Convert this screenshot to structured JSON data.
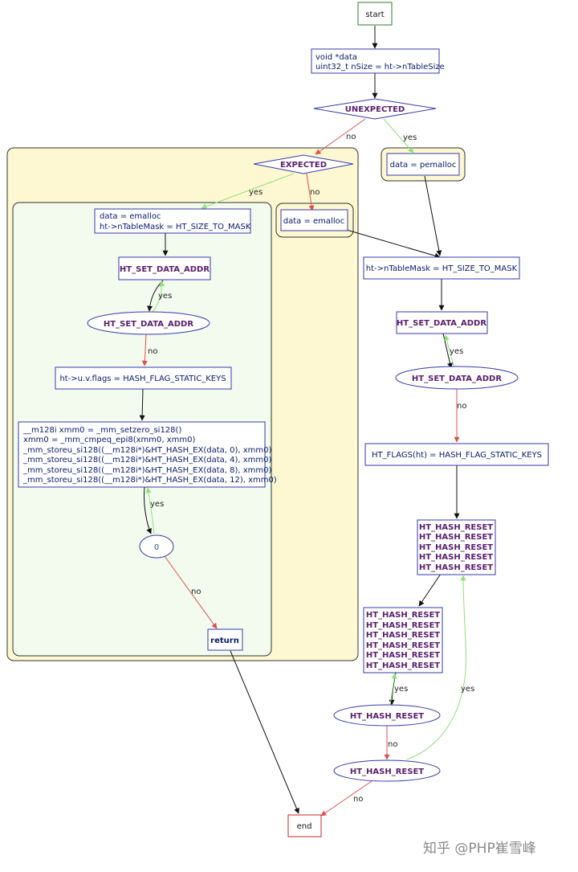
{
  "nodes": {
    "start": "start",
    "decl_1": "void *data",
    "decl_2": "uint32_t nSize = ht->nTableSize",
    "unexpected": "UNEXPECTED",
    "expected": "EXPECTED",
    "pemalloc": "data = pemalloc",
    "emalloc_small": "data = emalloc",
    "left_block_1": "data = emalloc",
    "left_block_2": "ht->nTableMask = HT_SIZE_TO_MASK",
    "left_set_addr": "HT_SET_DATA_ADDR",
    "left_set_addr_cond": "HT_SET_DATA_ADDR",
    "left_flags": "ht->u.v.flags = HASH_FLAG_STATIC_KEYS",
    "sse_lines": [
      "__m128i xmm0 = _mm_setzero_si128()",
      "xmm0 = _mm_cmpeq_epi8(xmm0, xmm0)",
      "_mm_storeu_si128((__m128i*)&HT_HASH_EX(data, 0), xmm0)",
      "_mm_storeu_si128((__m128i*)&HT_HASH_EX(data, 4), xmm0)",
      "_mm_storeu_si128((__m128i*)&HT_HASH_EX(data, 8), xmm0)",
      "_mm_storeu_si128((__m128i*)&HT_HASH_EX(data, 12), xmm0)"
    ],
    "zero": "0",
    "return": "return",
    "right_mask": "ht->nTableMask = HT_SIZE_TO_MASK",
    "right_set_addr": "HT_SET_DATA_ADDR",
    "right_set_addr_cond": "HT_SET_DATA_ADDR",
    "right_flags": "HT_FLAGS(ht) = HASH_FLAG_STATIC_KEYS",
    "reset_group_1": [
      "HT_HASH_RESET",
      "HT_HASH_RESET",
      "HT_HASH_RESET",
      "HT_HASH_RESET",
      "HT_HASH_RESET"
    ],
    "reset_group_2": [
      "HT_HASH_RESET",
      "HT_HASH_RESET",
      "HT_HASH_RESET",
      "HT_HASH_RESET",
      "HT_HASH_RESET",
      "HT_HASH_RESET"
    ],
    "reset_cond_1": "HT_HASH_RESET",
    "reset_cond_2": "HT_HASH_RESET",
    "end": "end"
  },
  "edge_labels": {
    "yes": "yes",
    "no": "no"
  },
  "watermark": "知乎 @PHP崔雪峰",
  "colors": {
    "yes_edge": "#90e07a",
    "no_edge": "#d9534f",
    "box_border": "#3a3aa8",
    "start_border": "#2e7d32",
    "end_border": "#c62828",
    "cluster_fill_outer": "#fdf8d2",
    "cluster_fill_inner": "#f2fbee"
  }
}
